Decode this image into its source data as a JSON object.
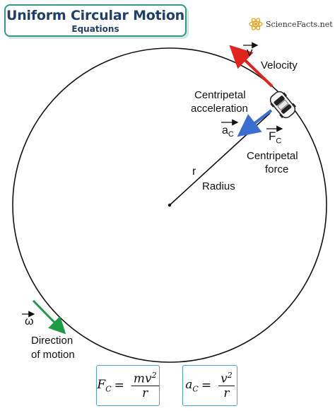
{
  "title": {
    "main": "Uniform Circular Motion",
    "sub": "Equations"
  },
  "brand": {
    "name": "ScienceFacts.net"
  },
  "labels": {
    "velocity": "Velocity",
    "v_symbol": "v",
    "centripetal_acceleration_1": "Centripetal",
    "centripetal_acceleration_2": "acceleration",
    "ac_symbol": "a",
    "ac_subscript": "C",
    "fc_symbol": "F",
    "fc_subscript": "C",
    "centripetal_force_1": "Centripetal",
    "centripetal_force_2": "force",
    "r_symbol": "r",
    "radius": "Radius",
    "omega_symbol": "ω",
    "direction_1": "Direction",
    "direction_2": "of motion"
  },
  "equations": {
    "force": {
      "lhs": "F",
      "lhs_sub": "C",
      "eq": "=",
      "num": "mv",
      "num_sup": "2",
      "den": "r"
    },
    "accel": {
      "lhs": "a",
      "lhs_sub": "C",
      "eq": "=",
      "num": "v",
      "num_sup": "2",
      "den": "r"
    }
  },
  "colors": {
    "velocity_arrow": "#e0241b",
    "acceleration_arrow": "#3a6fd1",
    "direction_arrow": "#1e9b45",
    "title_border": "#2f9a86",
    "title_text": "#1f3f66",
    "equation_border": "#4aa3d8",
    "circle": "#111111"
  },
  "icons": [
    "car-icon",
    "atom-logo-icon"
  ]
}
